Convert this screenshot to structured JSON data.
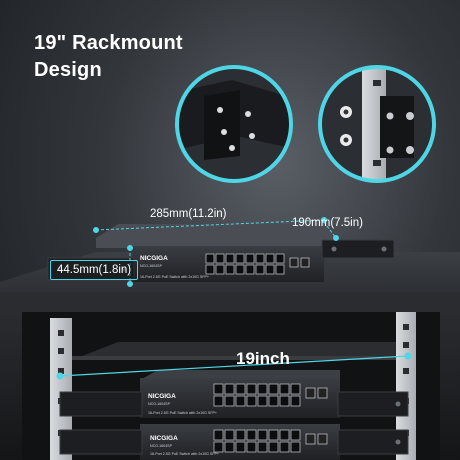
{
  "headline": {
    "line1": "19\" Rackmount",
    "line2": "Design"
  },
  "dimensions": {
    "width": "285mm(11.2in)",
    "depth": "190mm(7.5in)",
    "height": "44.5mm(1.8in)",
    "rack_width": "19inch"
  },
  "product": {
    "brand": "NICGIGA",
    "model": "NCG-1604SP",
    "description": "16-Port 2.5G PoE Switch with 2x10G SFP+"
  },
  "colors": {
    "accent": "#4fd6e6",
    "text": "#ffffff"
  }
}
